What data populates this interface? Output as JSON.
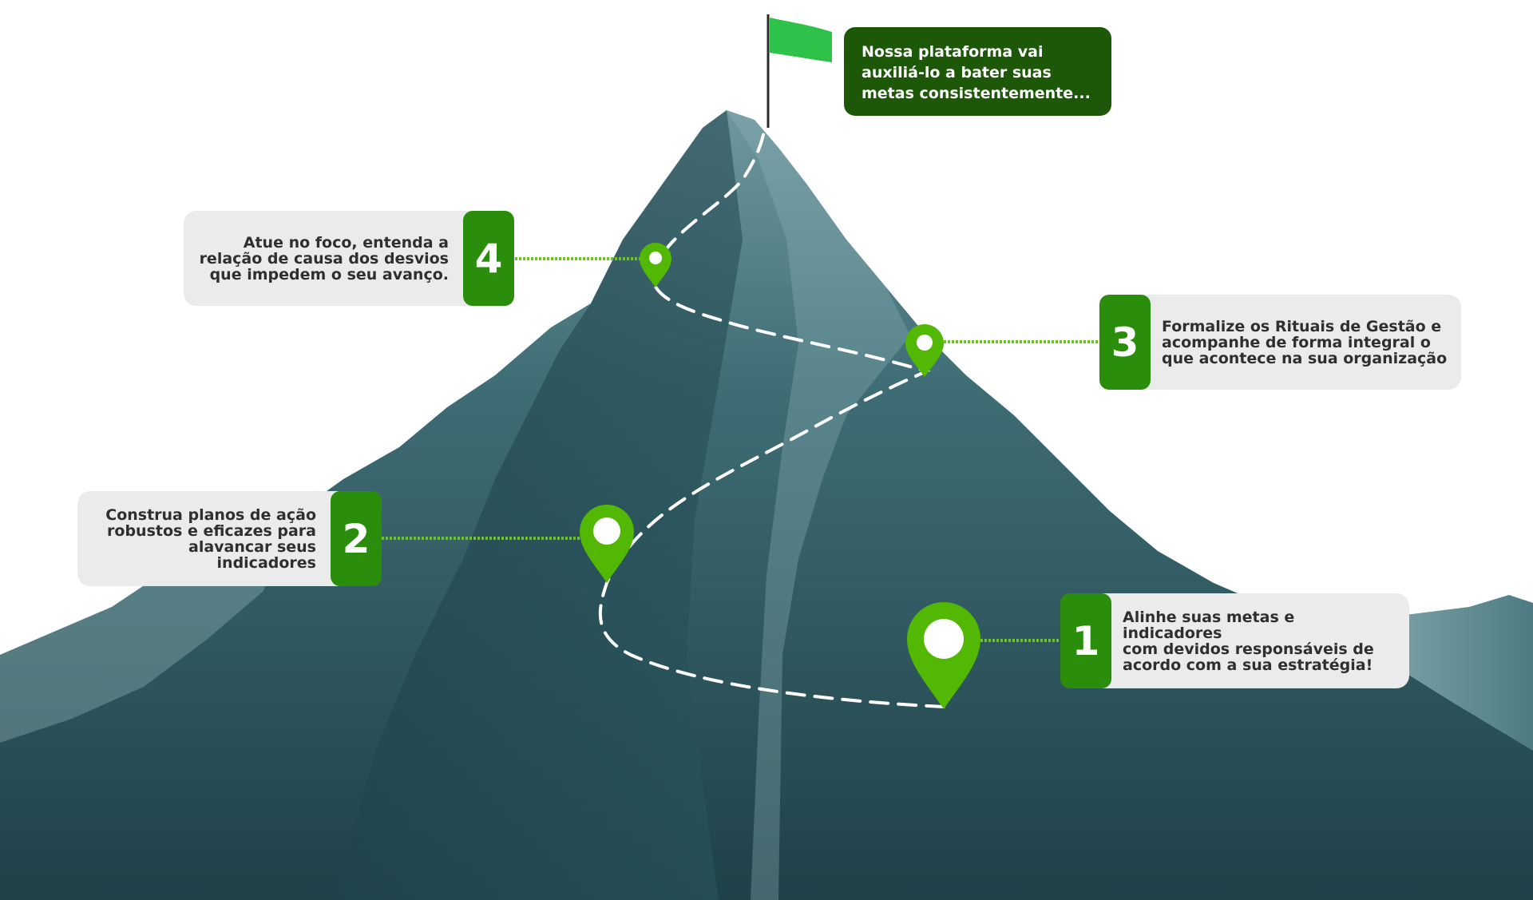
{
  "headline": {
    "lines": [
      "Nossa plataforma vai",
      "auxiliá-lo a bater suas",
      "metas consistentemente..."
    ]
  },
  "steps": [
    {
      "number": "1",
      "lines": [
        "Alinhe suas metas e indicadores",
        "com devidos responsáveis de",
        "acordo com a sua estratégia!"
      ]
    },
    {
      "number": "2",
      "lines": [
        "Construa planos de ação",
        "robustos e eficazes para",
        "alavancar seus indicadores"
      ]
    },
    {
      "number": "3",
      "lines": [
        "Formalize os Rituais de Gestão e",
        "acompanhe de forma integral o",
        "que acontece na sua organização"
      ]
    },
    {
      "number": "4",
      "lines": [
        "Atue no foco, entenda a",
        "relação de causa dos desvios",
        "que impedem o seu avanço."
      ]
    }
  ],
  "colors": {
    "pin": "#52b804",
    "connector": "#6cc61c",
    "number_box": "#2a8e0c",
    "headline_box": "#1d5808",
    "flag": "#2ec24a",
    "card": "#ebebeb",
    "mountain_dark": "#1f3f45",
    "mountain_mid": "#3d6b73",
    "mountain_light": "#8fb3b8"
  },
  "icons": [
    "map-pin-icon",
    "flag-icon"
  ]
}
